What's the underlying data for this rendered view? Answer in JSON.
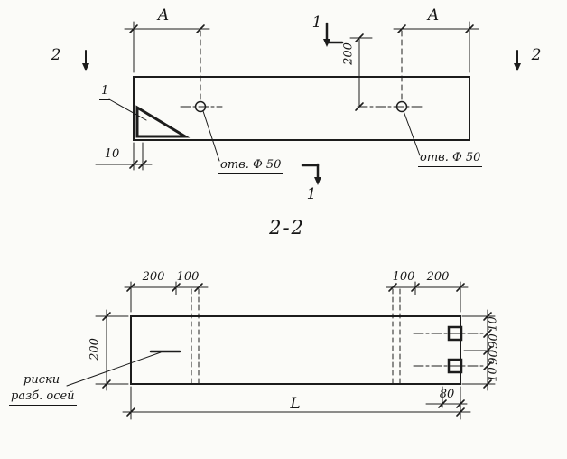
{
  "colors": {
    "ink": "#1c1c1c",
    "paper": "#fbfbf8"
  },
  "top_view": {
    "dim_a_left": "A",
    "dim_a_right": "A",
    "dim_200": "200",
    "dim_10": "10",
    "hole_label_left": "отв. Ф 50",
    "hole_label_right": "отв. Ф 50",
    "detail_mark": "1",
    "section1_top": "1",
    "section1_bottom": "1",
    "section2_left": "2",
    "section2_right": "2"
  },
  "section_view": {
    "title": "2-2",
    "dim_top_left_200": "200",
    "dim_top_left_100": "100",
    "dim_top_right_100": "100",
    "dim_top_right_200": "200",
    "dim_height_200": "200",
    "dim_right_10_top": "10",
    "dim_right_90_top": "90",
    "dim_right_90_bottom": "90",
    "dim_right_10_bottom": "10",
    "dim_length": "L",
    "dim_80": "80",
    "axis_label_line1": "риски",
    "axis_label_line2": "разб. осей"
  }
}
